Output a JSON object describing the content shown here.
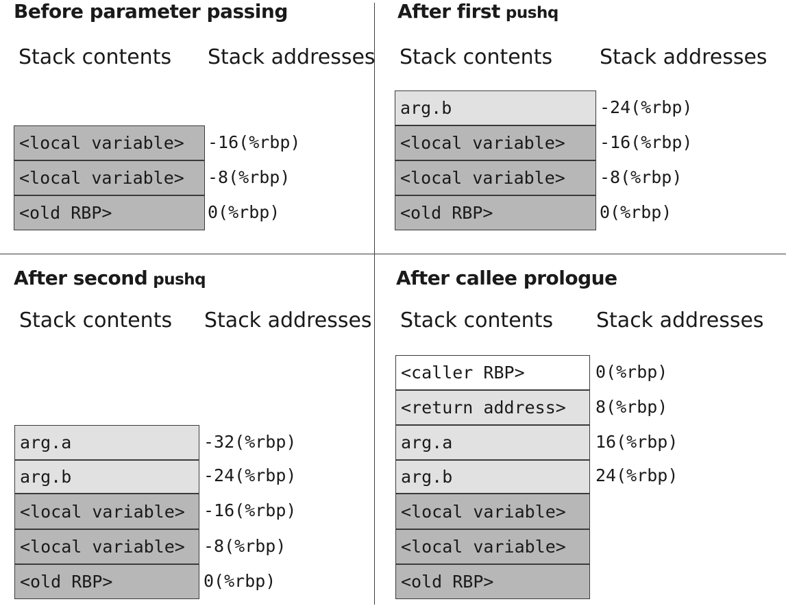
{
  "col_contents": "Stack contents",
  "col_addresses": "Stack addresses",
  "panels": {
    "before": {
      "title": "Before parameter passing",
      "cells": [
        "<local variable>",
        "<local variable>",
        "<old RBP>"
      ],
      "addrs": [
        "-16(%rbp)",
        "-8(%rbp)",
        "0(%rbp)"
      ]
    },
    "first": {
      "title": "After first",
      "title_code": "pushq",
      "cells": [
        "arg.b",
        "<local variable>",
        "<local variable>",
        "<old RBP>"
      ],
      "addrs": [
        "-24(%rbp)",
        "-16(%rbp)",
        "-8(%rbp)",
        "0(%rbp)"
      ]
    },
    "second": {
      "title": "After second",
      "title_code": "pushq",
      "cells": [
        "arg.a",
        "arg.b",
        "<local variable>",
        "<local variable>",
        "<old RBP>"
      ],
      "addrs": [
        "-32(%rbp)",
        "-24(%rbp)",
        "-16(%rbp)",
        "-8(%rbp)",
        "0(%rbp)"
      ]
    },
    "prologue": {
      "title": "After callee prologue",
      "cells": [
        "<caller RBP>",
        "<return address>",
        "arg.a",
        "arg.b",
        "<local variable>",
        "<local variable>",
        "<old RBP>"
      ],
      "addrs": [
        "0(%rbp)",
        "8(%rbp)",
        "16(%rbp)",
        "24(%rbp)"
      ]
    }
  }
}
